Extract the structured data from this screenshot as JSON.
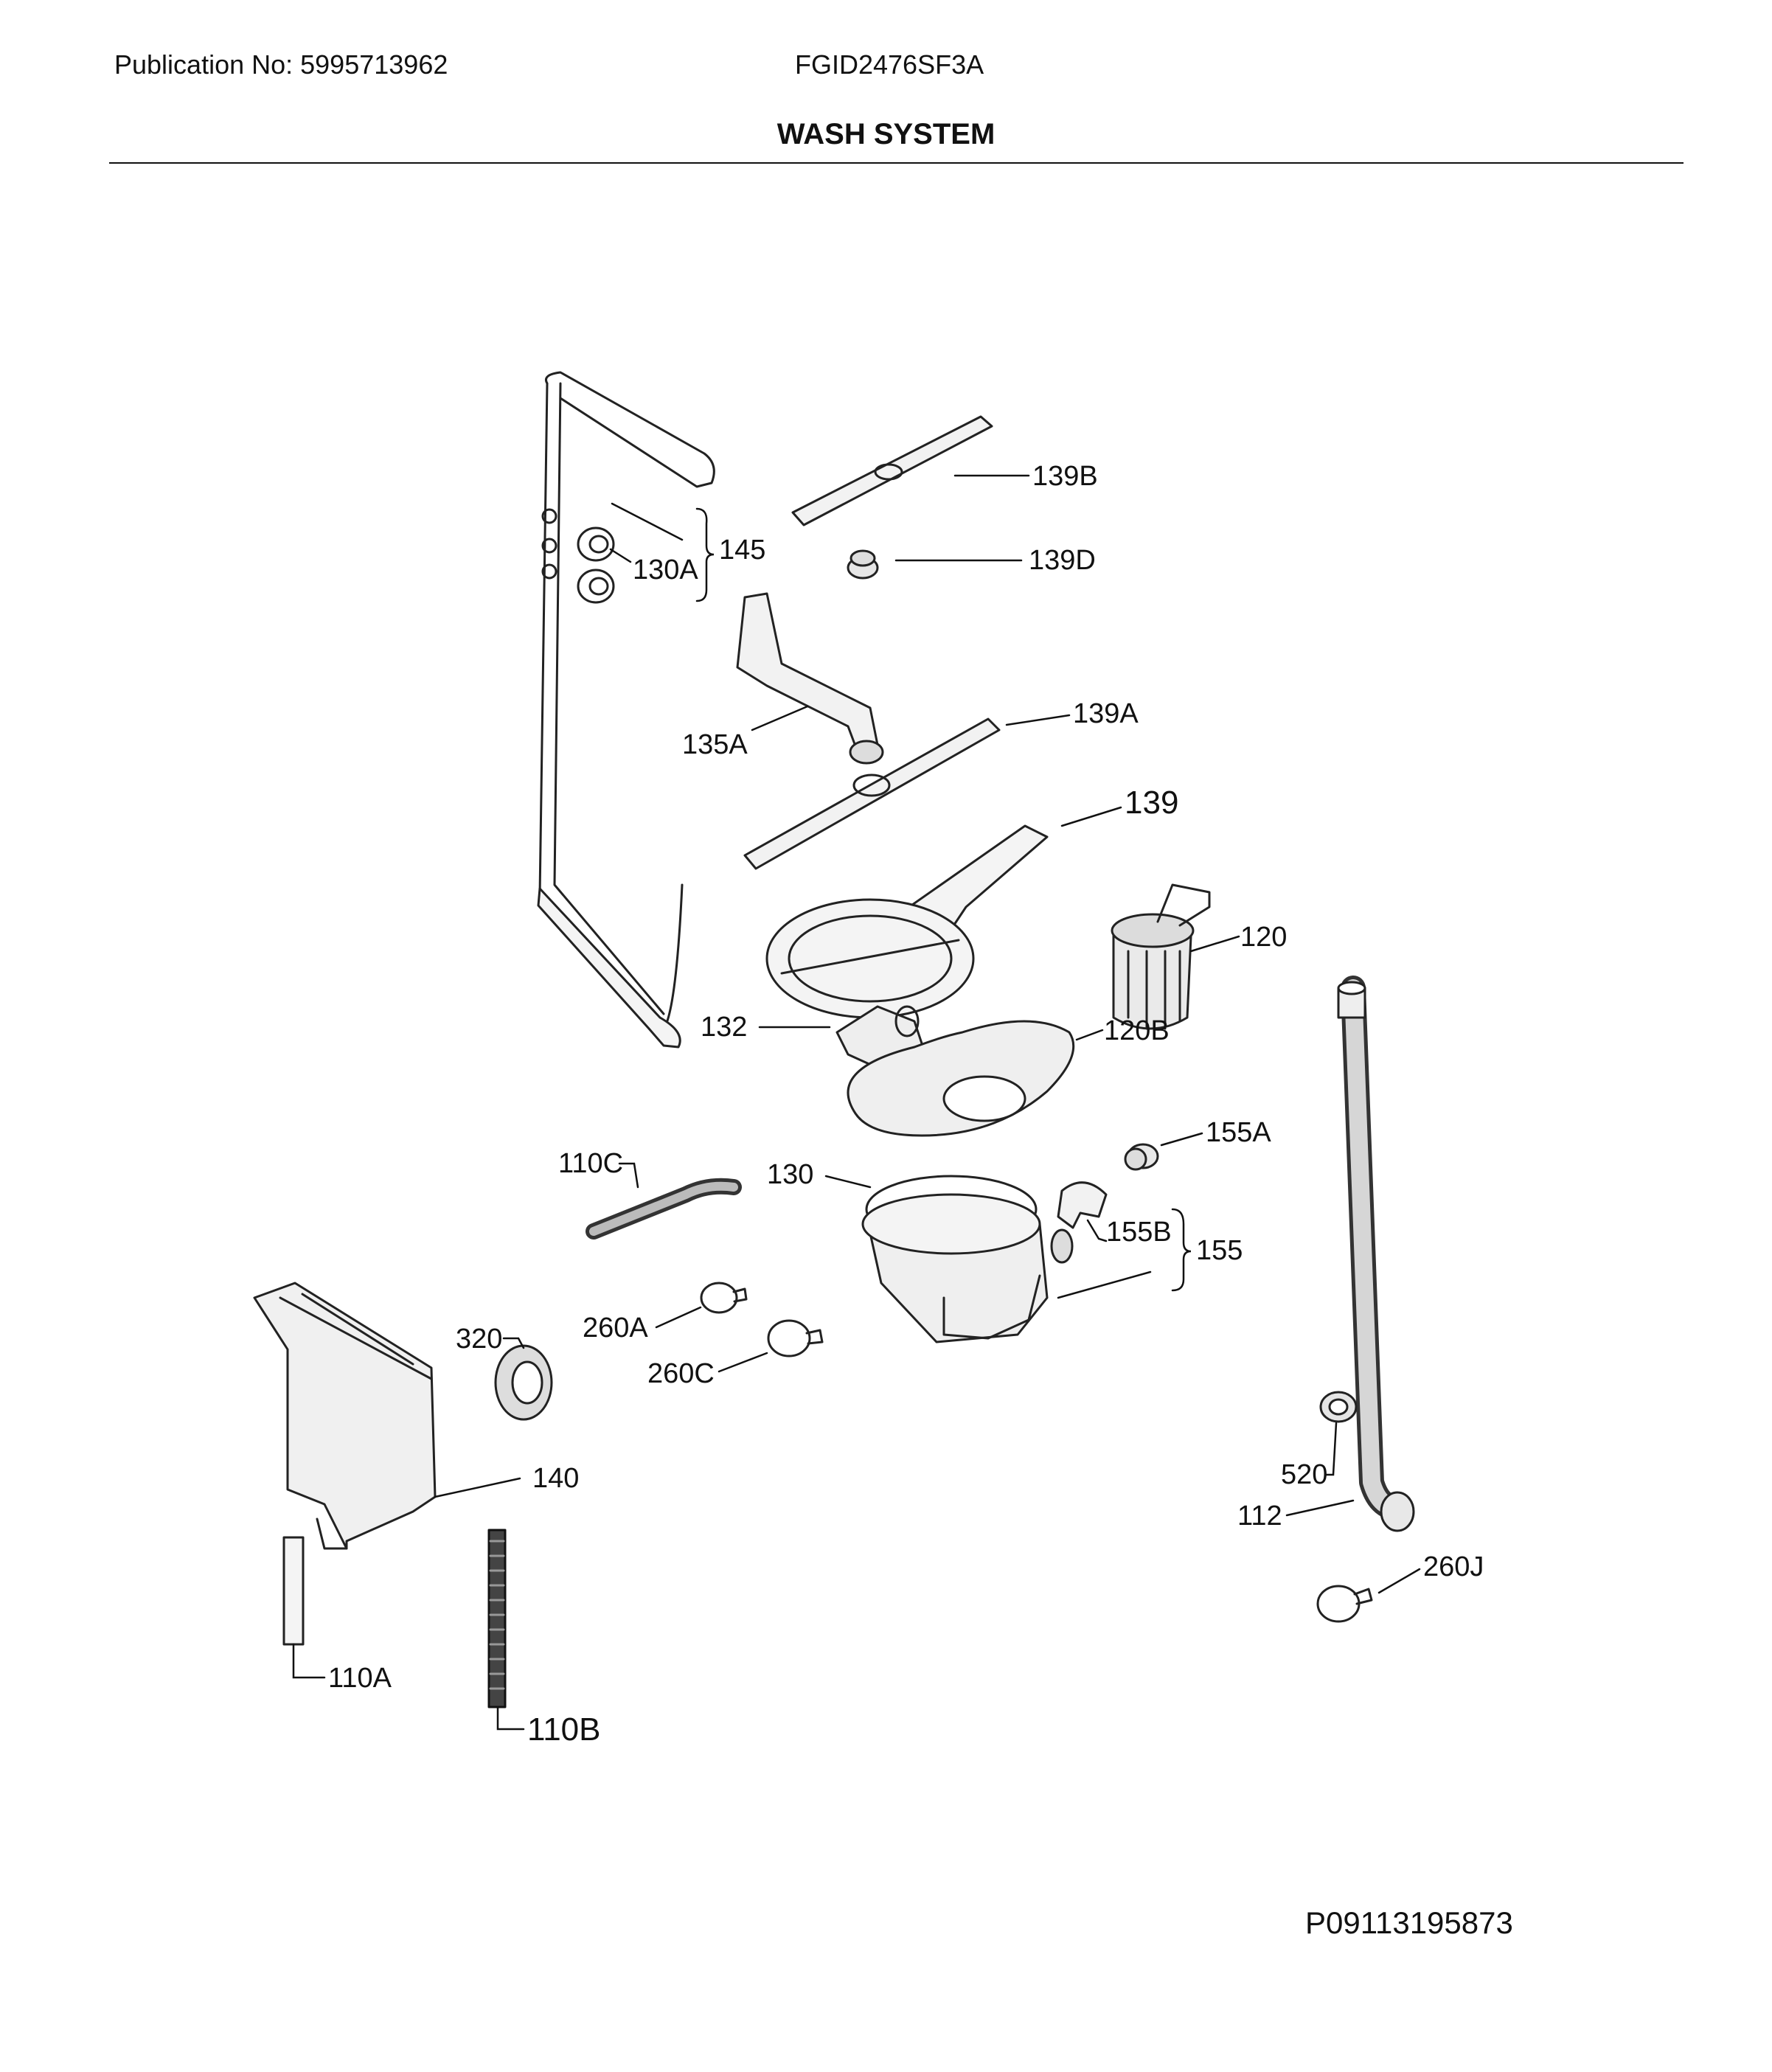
{
  "header": {
    "publication_label": "Publication No: 5995713962",
    "model": "FGID2476SF3A",
    "section_title": "WASH SYSTEM"
  },
  "footer": {
    "reference": "P09113195873"
  },
  "callouts": {
    "c139B": "139B",
    "c139D": "139D",
    "c145": "145",
    "c130A": "130A",
    "c135A": "135A",
    "c139A": "139A",
    "c139": "139",
    "c120": "120",
    "c132": "132",
    "c120B": "120B",
    "c155A": "155A",
    "c110C": "110C",
    "c130": "130",
    "c155B": "155B",
    "c155": "155",
    "c320": "320",
    "c260A": "260A",
    "c260C": "260C",
    "c140": "140",
    "c520": "520",
    "c112": "112",
    "c260J": "260J",
    "c110A": "110A",
    "c110B": "110B"
  }
}
